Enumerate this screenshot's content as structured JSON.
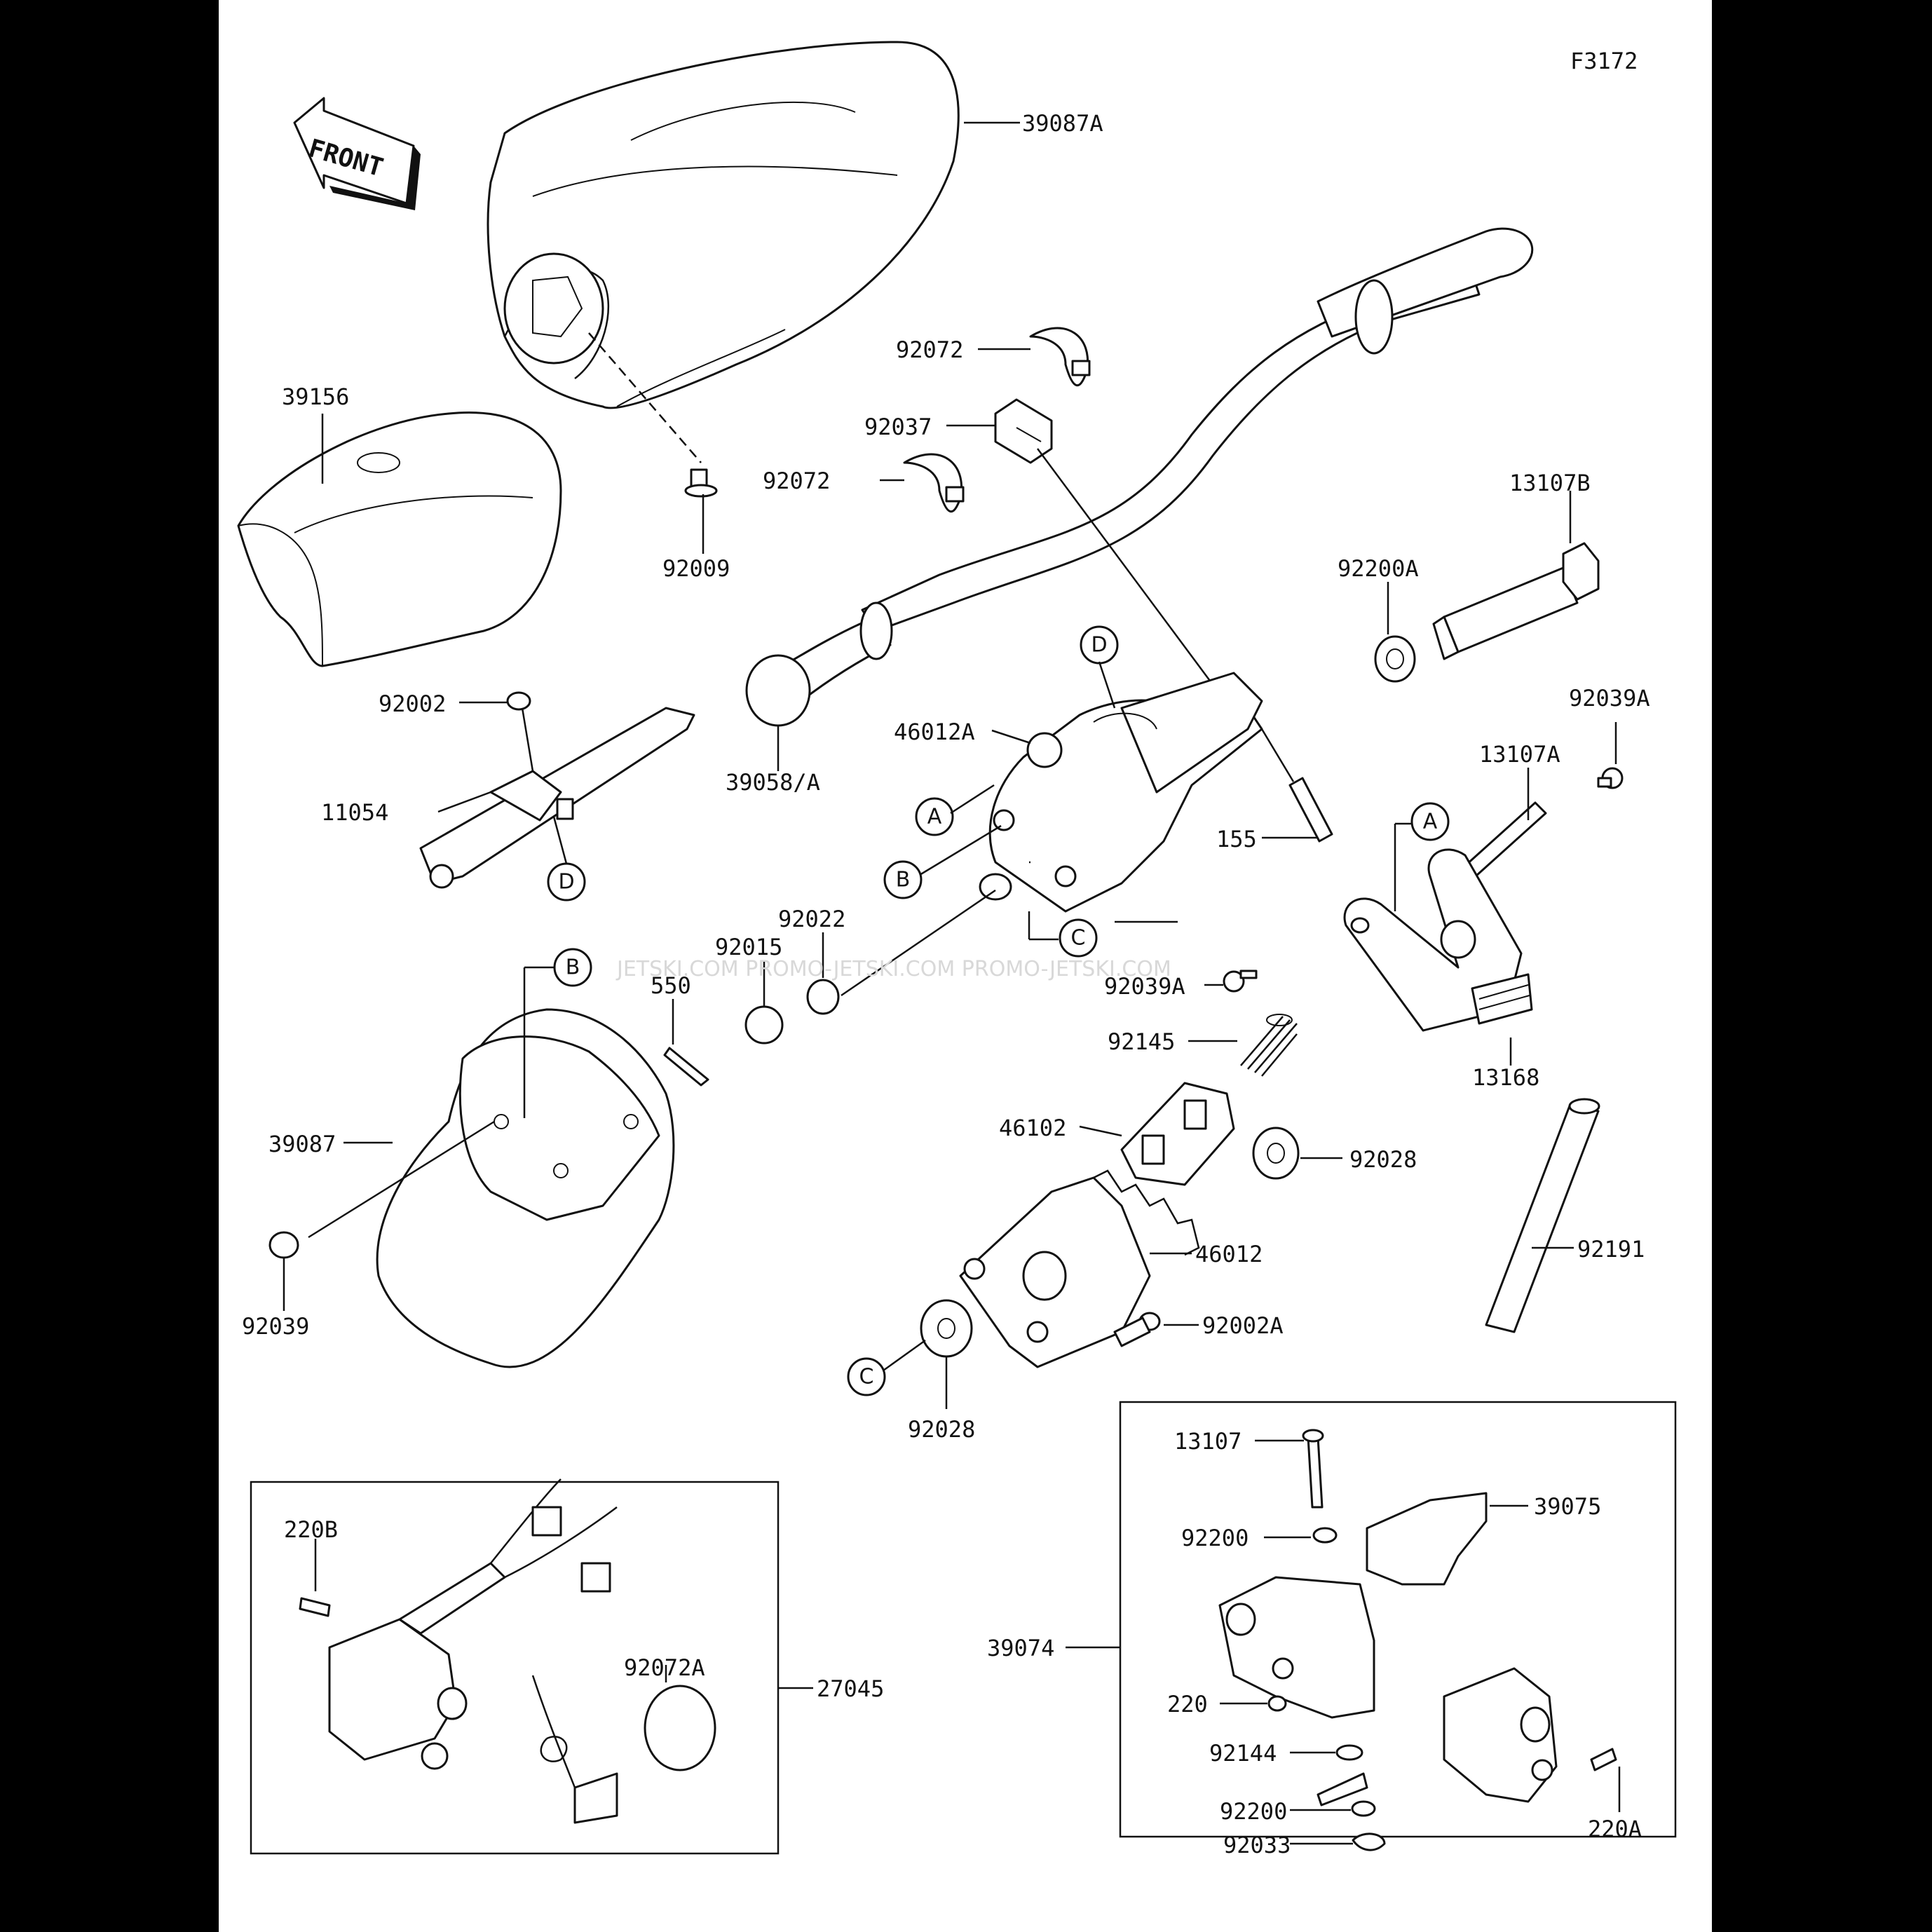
{
  "figure_code": "F3172",
  "front_label": "FRONT",
  "watermark": "JETSKI.COM PROMO-JETSKI.COM PROMO-JETSKI.COM",
  "callouts": [
    {
      "id": "c-39087A",
      "text": "39087A"
    },
    {
      "id": "c-39156",
      "text": "39156"
    },
    {
      "id": "c-92009",
      "text": "92009"
    },
    {
      "id": "c-92072-a",
      "text": "92072"
    },
    {
      "id": "c-92037",
      "text": "92037"
    },
    {
      "id": "c-92072-b",
      "text": "92072"
    },
    {
      "id": "c-13107B",
      "text": "13107B"
    },
    {
      "id": "c-92200A",
      "text": "92200A"
    },
    {
      "id": "c-92039A-a",
      "text": "92039A"
    },
    {
      "id": "c-13107A",
      "text": "13107A"
    },
    {
      "id": "c-92002",
      "text": "92002"
    },
    {
      "id": "c-11054",
      "text": "11054"
    },
    {
      "id": "c-39058A",
      "text": "39058/A"
    },
    {
      "id": "c-46012A",
      "text": "46012A"
    },
    {
      "id": "c-155",
      "text": "155"
    },
    {
      "id": "c-92022",
      "text": "92022"
    },
    {
      "id": "c-92015",
      "text": "92015"
    },
    {
      "id": "c-550",
      "text": "550"
    },
    {
      "id": "c-92039A-b",
      "text": "92039A"
    },
    {
      "id": "c-13168",
      "text": "13168"
    },
    {
      "id": "c-92145",
      "text": "92145"
    },
    {
      "id": "c-39087",
      "text": "39087"
    },
    {
      "id": "c-46102",
      "text": "46102"
    },
    {
      "id": "c-92028-a",
      "text": "92028"
    },
    {
      "id": "c-46012",
      "text": "46012"
    },
    {
      "id": "c-92191",
      "text": "92191"
    },
    {
      "id": "c-92002A",
      "text": "92002A"
    },
    {
      "id": "c-92039",
      "text": "92039"
    },
    {
      "id": "c-92028-b",
      "text": "92028"
    },
    {
      "id": "c-220B",
      "text": "220B"
    },
    {
      "id": "c-92072A",
      "text": "92072A"
    },
    {
      "id": "c-27045",
      "text": "27045"
    },
    {
      "id": "c-13107",
      "text": "13107"
    },
    {
      "id": "c-39075",
      "text": "39075"
    },
    {
      "id": "c-92200-a",
      "text": "92200"
    },
    {
      "id": "c-39074",
      "text": "39074"
    },
    {
      "id": "c-220",
      "text": "220"
    },
    {
      "id": "c-92144",
      "text": "92144"
    },
    {
      "id": "c-92200-b",
      "text": "92200"
    },
    {
      "id": "c-92033",
      "text": "92033"
    },
    {
      "id": "c-220A",
      "text": "220A"
    }
  ],
  "refs": {
    "A": "A",
    "B": "B",
    "C": "C",
    "D": "D"
  }
}
